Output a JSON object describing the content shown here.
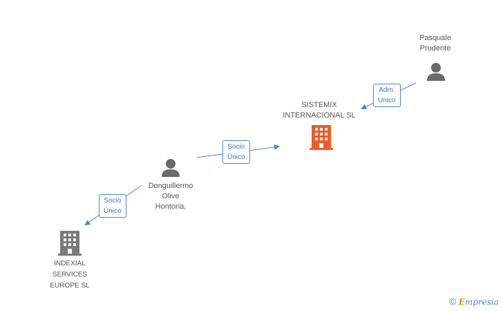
{
  "nodes": {
    "pasquale": {
      "line1": "Pasquale",
      "line2": "Prudente",
      "type": "person"
    },
    "sistemix": {
      "line1": "SISTEMIX",
      "line2": "INTERNACIONAL SL",
      "type": "company",
      "color": "#f05a28"
    },
    "donguillermo": {
      "line1": "Donguillermo",
      "line2": "Olive",
      "line3": "Hontoria,",
      "type": "person"
    },
    "indexial": {
      "line1": "INDEXIAL",
      "line2": "SERVICES",
      "line3": "EUROPE SL",
      "type": "company",
      "color": "#7a7a7a"
    }
  },
  "edges": {
    "pasquale_sistemix": {
      "line1": "Adm.",
      "line2": "Unico"
    },
    "donguillermo_sistemix": {
      "line1": "Socio",
      "line2": "Único"
    },
    "donguillermo_indexial": {
      "line1": "Socio",
      "line2": "Único"
    }
  },
  "brand": {
    "copyright": "©",
    "initial": "E",
    "rest": "mpresia"
  },
  "colors": {
    "edge": "#4a86c8",
    "person": "#6b6b6b"
  }
}
